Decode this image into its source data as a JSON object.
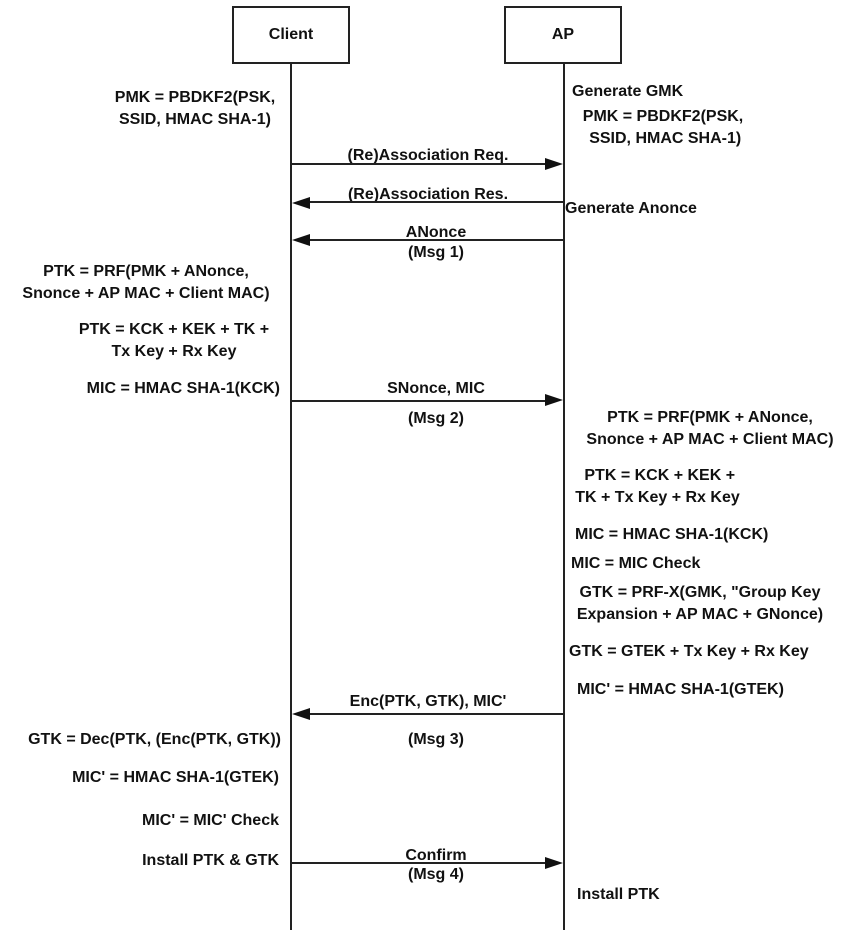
{
  "actors": {
    "client": "Client",
    "ap": "AP"
  },
  "messages": [
    {
      "label": "(Re)Association Req.",
      "direction": "client-to-ap"
    },
    {
      "label": "(Re)Association Res.",
      "direction": "ap-to-client"
    },
    {
      "label": "ANonce",
      "sublabel": "(Msg 1)",
      "direction": "ap-to-client"
    },
    {
      "label": "SNonce, MIC",
      "sublabel": "(Msg 2)",
      "direction": "client-to-ap"
    },
    {
      "label": "Enc(PTK, GTK), MIC'",
      "sublabel": "(Msg 3)",
      "direction": "ap-to-client"
    },
    {
      "label": "Confirm",
      "sublabel": "(Msg 4)",
      "direction": "client-to-ap"
    }
  ],
  "client_notes": [
    "PMK = PBDKF2(PSK,\nSSID, HMAC SHA-1)",
    "PTK = PRF(PMK + ANonce,\nSnonce + AP MAC + Client MAC)",
    "PTK = KCK + KEK + TK +\nTx Key + Rx Key",
    "MIC = HMAC SHA-1(KCK)",
    "GTK = Dec(PTK, (Enc(PTK, GTK))",
    "MIC' = HMAC SHA-1(GTEK)",
    "MIC' = MIC' Check",
    "Install PTK & GTK"
  ],
  "ap_notes": [
    "Generate GMK",
    "PMK = PBDKF2(PSK,\n SSID, HMAC SHA-1)",
    "Generate Anonce",
    "PTK = PRF(PMK + ANonce,\nSnonce + AP MAC + Client MAC)",
    " PTK = KCK + KEK +\nTK + Tx Key + Rx Key",
    "MIC = HMAC SHA-1(KCK)",
    "MIC = MIC Check",
    "GTK = PRF-X(GMK, \"Group Key\nExpansion + AP MAC + GNonce)",
    "GTK = GTEK + Tx Key + Rx Key",
    "MIC' = HMAC SHA-1(GTEK)",
    "Install PTK"
  ]
}
